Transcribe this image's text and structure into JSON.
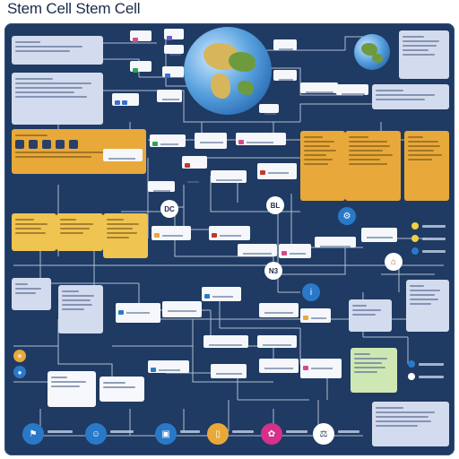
{
  "header": {
    "title": "Stem Cell Stem Cell"
  },
  "colors": {
    "board": "#1f3a63",
    "orange": "#e8a93a",
    "yellow": "#f0c451",
    "lavender": "#d3dbee",
    "green": "#cfe8b3",
    "wire": "#c9d4e6"
  },
  "labels": {
    "circle_a": "DC",
    "circle_b": "BL",
    "circle_c": "N3"
  }
}
